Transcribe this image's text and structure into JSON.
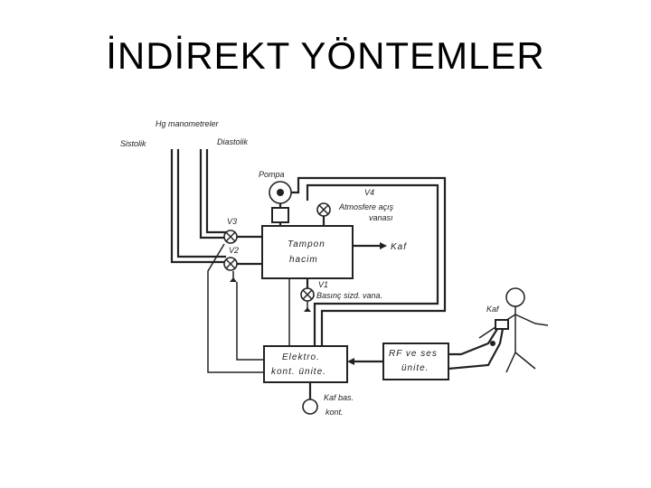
{
  "title": "İNDİREKT YÖNTEMLER",
  "diagram": {
    "labels": {
      "hg_manometers": "Hg manometreler",
      "systolic": "Sistolik",
      "diastolic": "Diastolik",
      "pump": "Pompa",
      "v4": "V4",
      "atm_valve_1": "Atmosfere açış",
      "atm_valve_2": "vanası",
      "v3": "V3",
      "v2": "V2",
      "buffer_1": "Tampon",
      "buffer_2": "hacim",
      "kaf_out": "Kaf",
      "v1": "V1",
      "leak_valve": "Basınç sizd. vana.",
      "electro_1": "Elektro.",
      "electro_2": "kont. ünite.",
      "rf_1": "RF ve ses",
      "rf_2": "ünite.",
      "kaf_person": "Kaf",
      "kaf_press_1": "Kaf bas.",
      "kaf_press_2": "kont."
    }
  }
}
